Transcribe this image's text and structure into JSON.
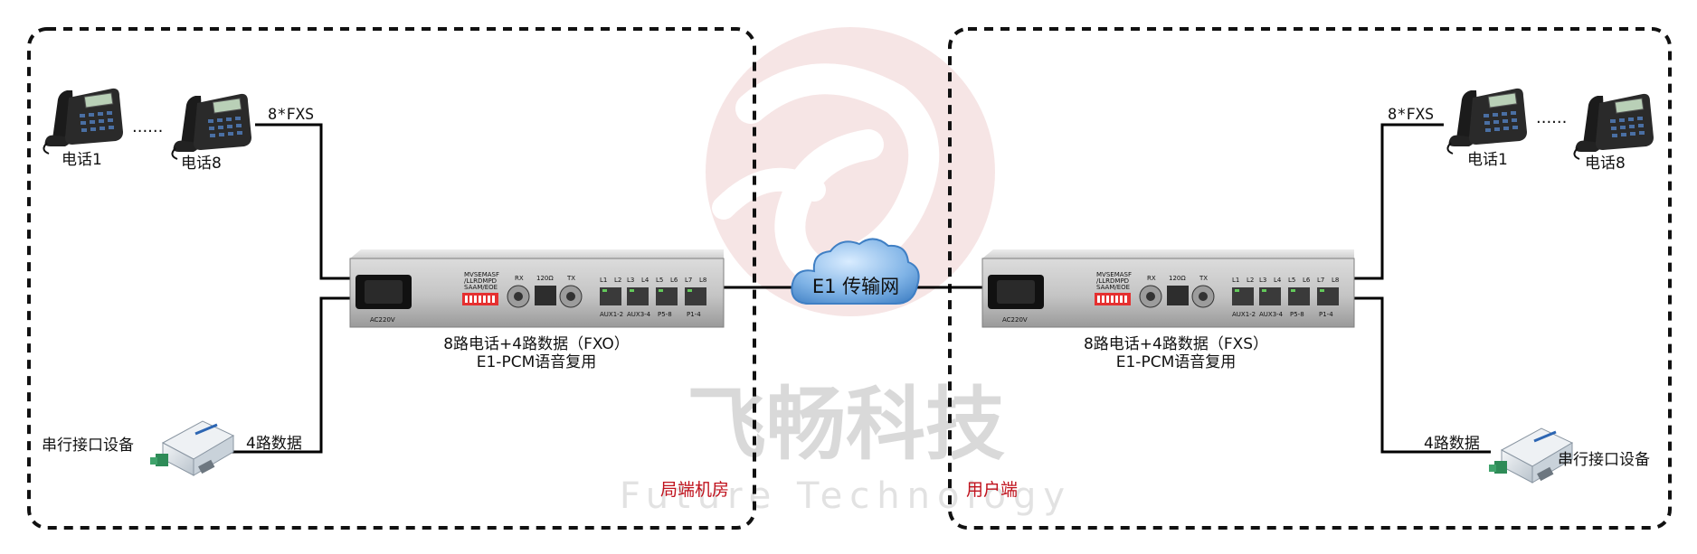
{
  "network_label": "E1 传输网",
  "watermark": {
    "title": "飞畅科技",
    "subtitle": "Future Technology"
  },
  "left_site": {
    "area_label": "局端机房",
    "phone_first_label": "电话1",
    "phone_last_label": "电话8",
    "ellipsis": "......",
    "phone_link_label": "8*FXS",
    "serial_device_label": "串行接口设备",
    "data_link_label": "4路数据",
    "device_caption_line1": "8路电话+4路数据（FXO）",
    "device_caption_line2": "E1-PCM语音复用"
  },
  "right_site": {
    "area_label": "用户端",
    "phone_first_label": "电话1",
    "phone_last_label": "电话8",
    "ellipsis": "......",
    "phone_link_label": "8*FXS",
    "serial_device_label": "串行接口设备",
    "data_link_label": "4路数据",
    "device_caption_line1": "8路电话+4路数据（FXS）",
    "device_caption_line2": "E1-PCM语音复用"
  },
  "device_panel": {
    "power_label": "AC220V",
    "dip_label_1": "MVSEMASF",
    "dip_label_2": "/LLRDMPD",
    "dip_label_3": "SAAM/EOE",
    "rx_label": "RX",
    "port_120_label": "120Ω",
    "tx_label": "TX",
    "rj_top_labels": [
      "L1",
      "L2",
      "L3",
      "L4",
      "L5",
      "L6",
      "L7",
      "L8"
    ],
    "rj_bottom_labels": [
      "AUX1-2",
      "AUX3-4",
      "P5-8",
      "P1-4"
    ]
  },
  "colors": {
    "accent_red": "#c0121d",
    "cloud_blue": "#6aa6e0",
    "line": "#000000"
  }
}
